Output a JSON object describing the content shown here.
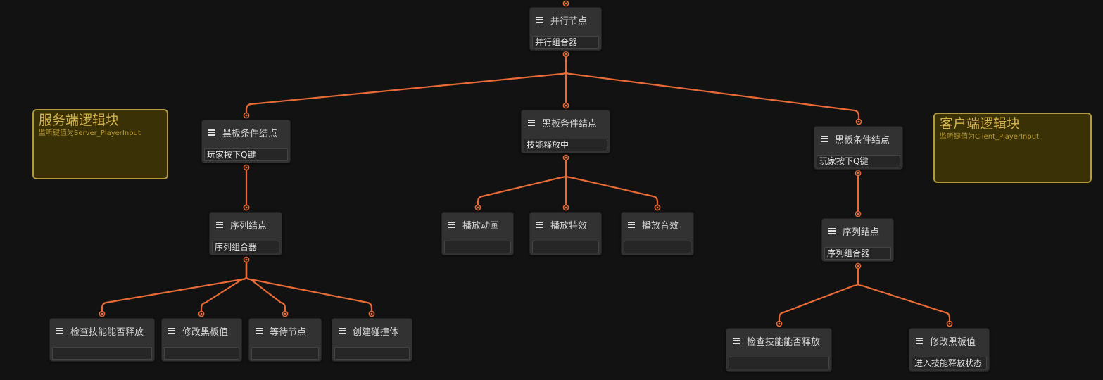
{
  "groups": {
    "server": {
      "title": "服务端逻辑块",
      "subtitle": "监听键值为Server_PlayerInput"
    },
    "client": {
      "title": "客户端逻辑块",
      "subtitle": "监听键值为Client_PlayerInput"
    }
  },
  "nodes": {
    "root": {
      "title": "并行节点",
      "field": "并行组合器"
    },
    "bb_server": {
      "title": "黑板条件结点",
      "field": "玩家按下Q键"
    },
    "bb_mid": {
      "title": "黑板条件结点",
      "field": "技能释放中"
    },
    "bb_client": {
      "title": "黑板条件结点",
      "field": "玩家按下Q键"
    },
    "seq_server": {
      "title": "序列结点",
      "field": "序列组合器"
    },
    "seq_client": {
      "title": "序列结点",
      "field": "序列组合器"
    },
    "play_anim": {
      "title": "播放动画",
      "field": ""
    },
    "play_fx": {
      "title": "播放特效",
      "field": ""
    },
    "play_sound": {
      "title": "播放音效",
      "field": ""
    },
    "check_s": {
      "title": "检查技能能否释放",
      "field": ""
    },
    "modify_s": {
      "title": "修改黑板值",
      "field": ""
    },
    "wait_s": {
      "title": "等待节点",
      "field": ""
    },
    "collider_s": {
      "title": "创建碰撞体",
      "field": ""
    },
    "check_c": {
      "title": "检查技能能否释放",
      "field": ""
    },
    "modify_c": {
      "title": "修改黑板值",
      "field": "进入技能释放状态"
    }
  },
  "colors": {
    "background": "#121212",
    "edge": "#e86a37",
    "node": "#323232",
    "group_fill": "#3a3107",
    "group_border": "#b39a3a",
    "group_text": "#d4b24e"
  },
  "icons": {
    "node": "list-icon",
    "port": "port-circle-icon"
  }
}
